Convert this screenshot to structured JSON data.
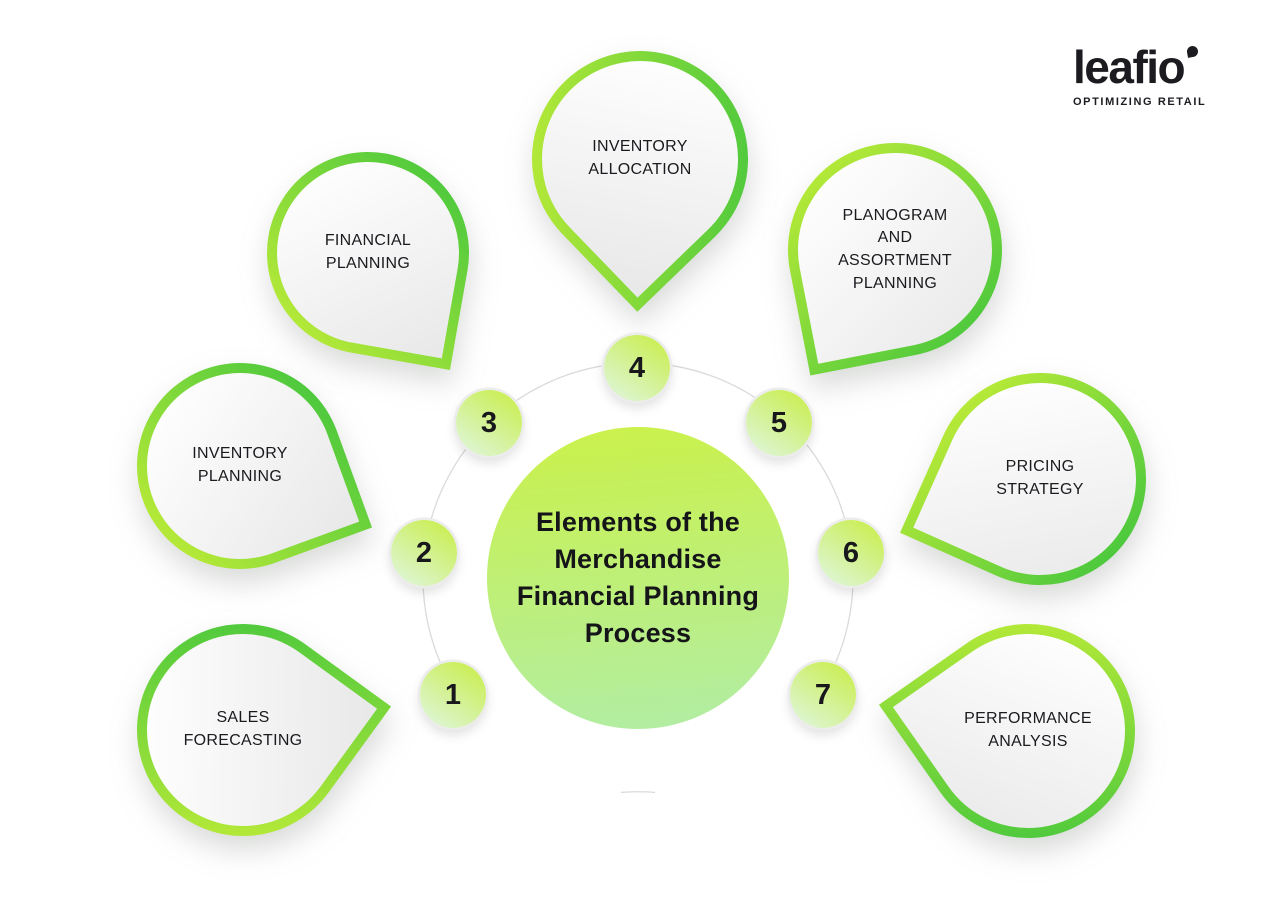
{
  "logo": {
    "name": "leafio",
    "tagline": "OPTIMIZING RETAIL"
  },
  "center": {
    "title": "Elements of the\nMerchandise\nFinancial Planning\nProcess"
  },
  "items": [
    {
      "number": "1",
      "label": "SALES\nFORECASTING"
    },
    {
      "number": "2",
      "label": "INVENTORY\nPLANNING"
    },
    {
      "number": "3",
      "label": "FINANCIAL\nPLANNING"
    },
    {
      "number": "4",
      "label": "INVENTORY\nALLOCATION"
    },
    {
      "number": "5",
      "label": "PLANOGRAM\nAND\nASSORTMENT\nPLANNING"
    },
    {
      "number": "6",
      "label": "PRICING\nSTRATEGY"
    },
    {
      "number": "7",
      "label": "PERFORMANCE\nANALYSIS"
    }
  ],
  "colors": {
    "accent_green": "#3ec43e",
    "accent_yellow_green": "#c6ee37",
    "center_circle_top": "#caf14c",
    "center_circle_bottom": "#b2eda2",
    "bubble_fill": "#f2f2f2",
    "text": "#17171c",
    "arc": "#dadada",
    "background": "#ffffff"
  }
}
